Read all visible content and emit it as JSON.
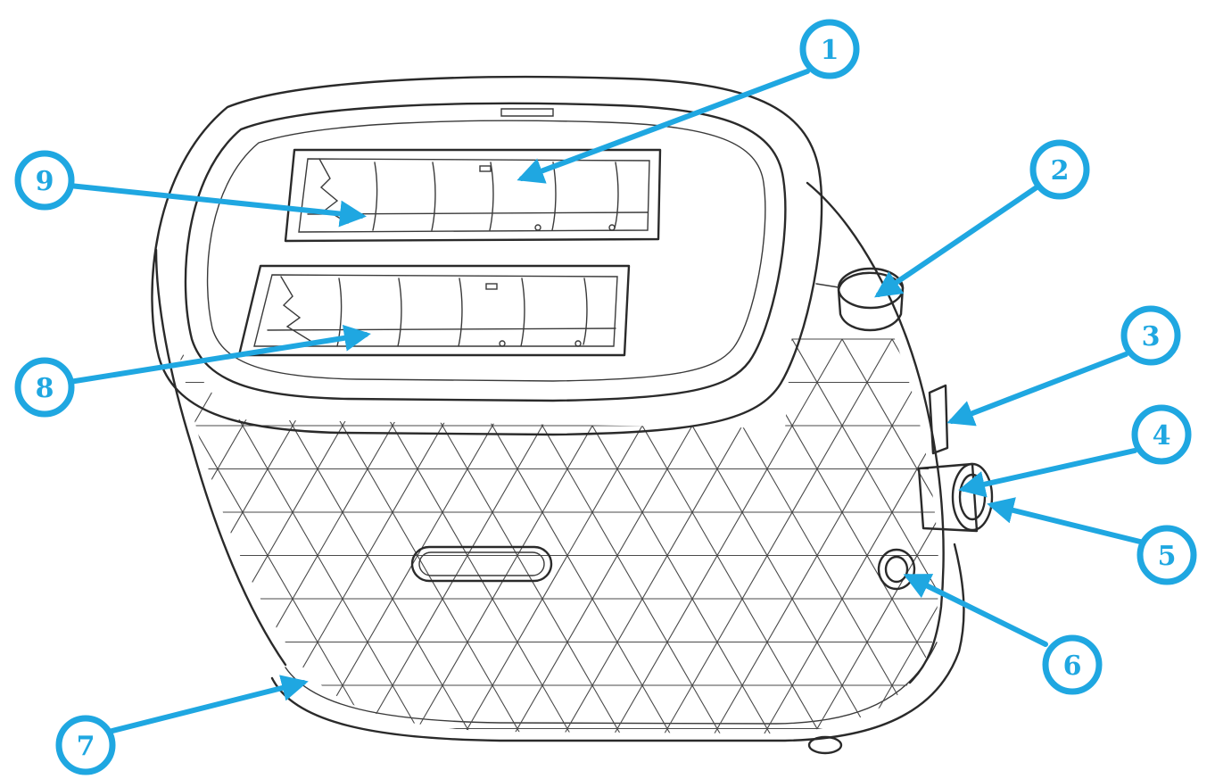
{
  "colors": {
    "callout_blue": "#1fa7e1",
    "callout_text": "#1fa7e1",
    "outline": "#2a2a2a",
    "background": "#ffffff"
  },
  "callouts": [
    {
      "label": "1",
      "name": "bread-slot-rear"
    },
    {
      "label": "2",
      "name": "control-knob-top"
    },
    {
      "label": "3",
      "name": "side-lever-slot"
    },
    {
      "label": "4",
      "name": "browning-control-knob"
    },
    {
      "label": "5",
      "name": "knob-button"
    },
    {
      "label": "6",
      "name": "cancel-button"
    },
    {
      "label": "7",
      "name": "base-housing"
    },
    {
      "label": "8",
      "name": "bread-slot-front"
    },
    {
      "label": "9",
      "name": "heating-element"
    }
  ]
}
